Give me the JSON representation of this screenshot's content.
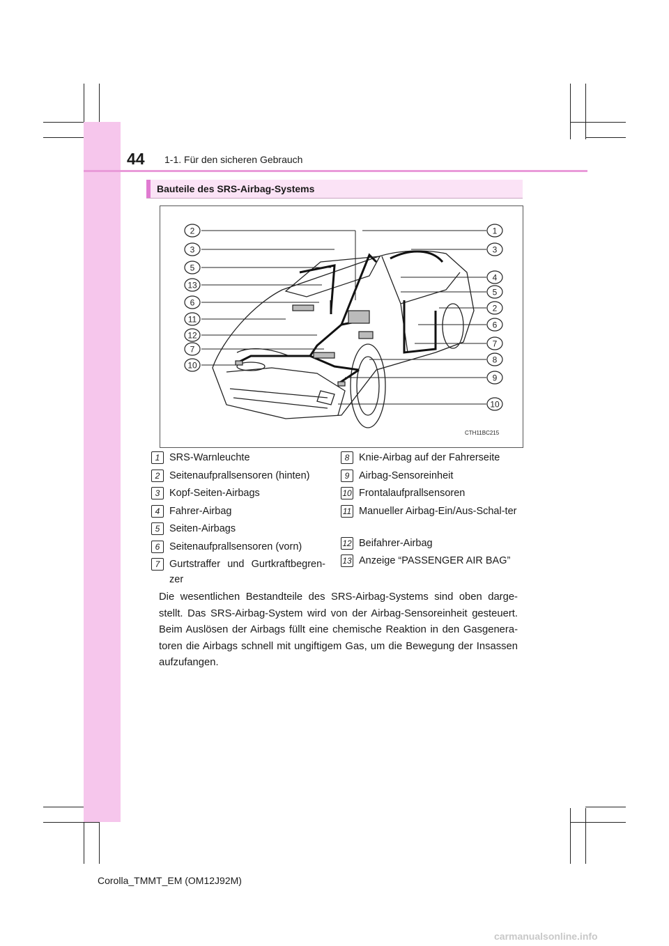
{
  "header": {
    "page_number": "44",
    "section": "1-1. Für den sicheren Gebrauch"
  },
  "section_title": "Bauteile des SRS-Airbag-Systems",
  "figure": {
    "code": "CTH11BC215",
    "left_callouts": [
      "2",
      "3",
      "5",
      "13",
      "6",
      "11",
      "12",
      "7",
      "10"
    ],
    "right_callouts": [
      "1",
      "3",
      "4",
      "5",
      "2",
      "6",
      "7",
      "8",
      "9",
      "10"
    ]
  },
  "legend_left": [
    {
      "num": "1",
      "text": "SRS-Warnleuchte"
    },
    {
      "num": "2",
      "text": "Seitenaufprallsensoren (hinten)"
    },
    {
      "num": "3",
      "text": "Kopf-Seiten-Airbags"
    },
    {
      "num": "4",
      "text": "Fahrer-Airbag"
    },
    {
      "num": "5",
      "text": "Seiten-Airbags"
    },
    {
      "num": "6",
      "text": "Seitenaufprallsensoren (vorn)"
    },
    {
      "num": "7",
      "text": "Gurtstraffer und Gurtkraftbegren-zer"
    }
  ],
  "legend_right": [
    {
      "num": "8",
      "text": "Knie-Airbag auf der Fahrerseite"
    },
    {
      "num": "9",
      "text": "Airbag-Sensoreinheit"
    },
    {
      "num": "10",
      "text": "Frontalaufprallsensoren"
    },
    {
      "num": "11",
      "text": "Manueller Airbag-Ein/Aus-Schal-ter"
    },
    {
      "num": "12",
      "text": "Beifahrer-Airbag"
    },
    {
      "num": "13",
      "text": "Anzeige “PASSENGER AIR BAG”"
    }
  ],
  "body_text": "Die wesentlichen Bestandteile des SRS-Airbag-Systems sind oben darge-stellt. Das SRS-Airbag-System wird von der Airbag-Sensoreinheit gesteuert. Beim Auslösen der Airbags füllt eine chemische Reaktion in den Gasgenera-toren die Airbags schnell mit ungiftigem Gas, um die Bewegung der Insassen aufzufangen.",
  "footer": "Corolla_TMMT_EM (OM12J92M)",
  "watermark": "carmanualsonline.info",
  "colors": {
    "band": "#f6c6ec",
    "rule": "#e99bd9",
    "section_bg": "#fbe3f6",
    "accent": "#e07bd1"
  }
}
